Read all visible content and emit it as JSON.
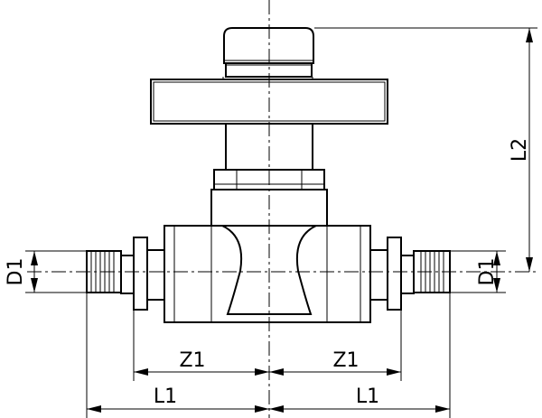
{
  "dimensions": {
    "d1_left": "D1",
    "d1_right": "D1",
    "l2": "L2",
    "z1_left": "Z1",
    "z1_right": "Z1",
    "l1_left": "L1",
    "l1_right": "L1"
  }
}
